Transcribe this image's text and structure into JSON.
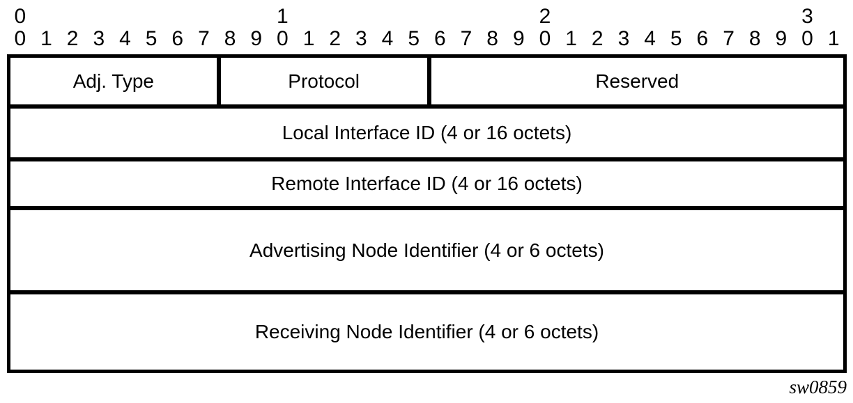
{
  "bit_ruler": {
    "tens": [
      {
        "bit": 0,
        "label": "0"
      },
      {
        "bit": 10,
        "label": "1"
      },
      {
        "bit": 20,
        "label": "2"
      },
      {
        "bit": 30,
        "label": "3"
      }
    ],
    "units": [
      "0",
      "1",
      "2",
      "3",
      "4",
      "5",
      "6",
      "7",
      "8",
      "9",
      "0",
      "1",
      "2",
      "3",
      "4",
      "5",
      "6",
      "7",
      "8",
      "9",
      "0",
      "1",
      "2",
      "3",
      "4",
      "5",
      "6",
      "7",
      "8",
      "9",
      "0",
      "1"
    ]
  },
  "packet_diagram": {
    "total_bits": 32,
    "rows": [
      {
        "fields": [
          {
            "label": "Adj. Type",
            "bits": 8
          },
          {
            "label": "Protocol",
            "bits": 8
          },
          {
            "label": "Reserved",
            "bits": 16
          }
        ]
      },
      {
        "fields": [
          {
            "label": "Local Interface ID (4 or 16 octets)",
            "bits": 32
          }
        ]
      },
      {
        "fields": [
          {
            "label": "Remote Interface ID (4 or 16 octets)",
            "bits": 32
          }
        ]
      },
      {
        "fields": [
          {
            "label": "Advertising Node Identifier (4 or 6 octets)",
            "bits": 32
          }
        ]
      },
      {
        "fields": [
          {
            "label": "Receiving Node Identifier (4 or 6 octets)",
            "bits": 32
          }
        ]
      }
    ]
  },
  "caption": "sw0859",
  "colors": {
    "line": "#000000",
    "background": "#ffffff",
    "text": "#000000"
  }
}
